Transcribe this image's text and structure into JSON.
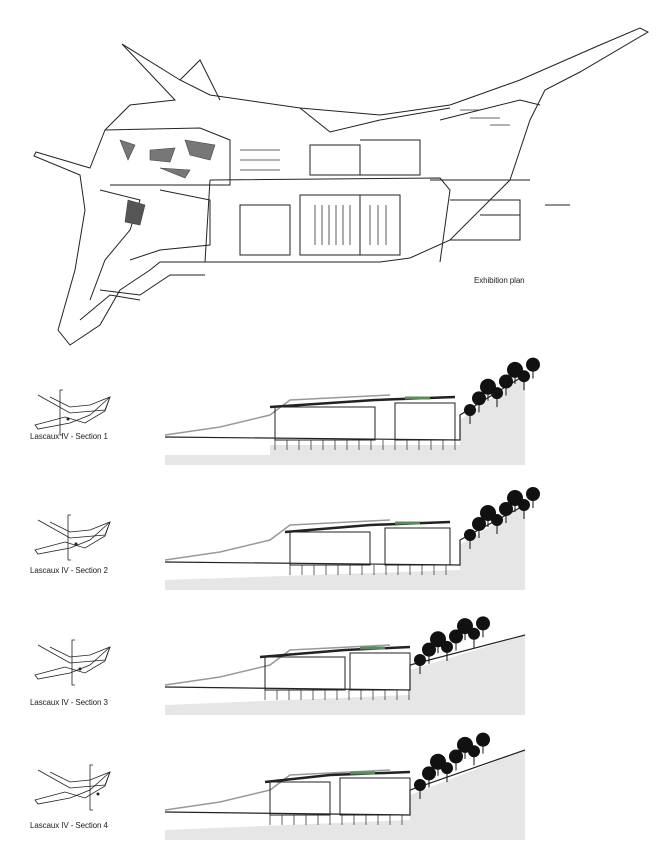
{
  "plan": {
    "label": "Exhibition plan"
  },
  "sections": [
    {
      "label": "Lascaux IV - Section 1"
    },
    {
      "label": "Lascaux IV - Section 2"
    },
    {
      "label": "Lascaux IV - Section 3"
    },
    {
      "label": "Lascaux IV - Section 4"
    }
  ],
  "colors": {
    "line": "#222222",
    "ground": "#e6e6e6",
    "trees": "#111111",
    "roof_green": "#5b8a5b"
  }
}
